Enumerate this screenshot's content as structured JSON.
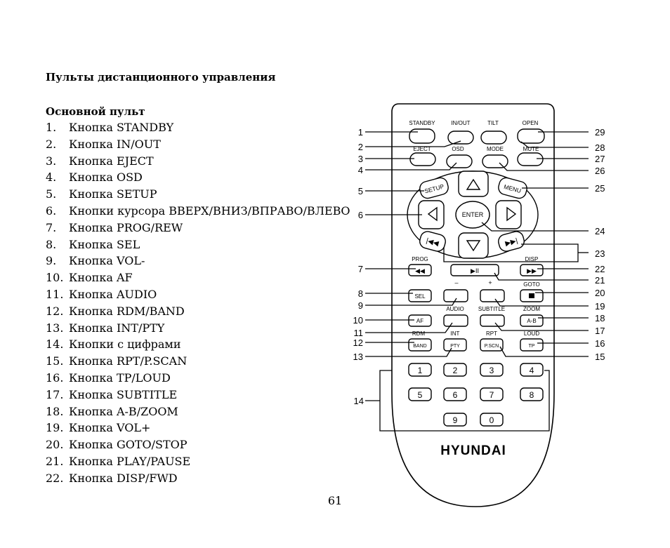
{
  "heading": "Пульты дистанционного управления",
  "subheading": "Основной пульт",
  "items": [
    {
      "num": "1.",
      "text": "Кнопка STANDBY"
    },
    {
      "num": "2.",
      "text": "Кнопка IN/OUT"
    },
    {
      "num": "3.",
      "text": "Кнопка EJECT"
    },
    {
      "num": "4.",
      "text": "Кнопка OSD"
    },
    {
      "num": "5.",
      "text": "Кнопка SETUP"
    },
    {
      "num": "6.",
      "text": "Кнопки курсора ВВЕРХ/ВНИЗ/ВПРАВО/ВЛЕВО"
    },
    {
      "num": "7.",
      "text": "Кнопка PROG/REW"
    },
    {
      "num": "8.",
      "text": "Кнопка SEL"
    },
    {
      "num": "9.",
      "text": "Кнопка VOL-"
    },
    {
      "num": "10.",
      "text": "Кнопка AF"
    },
    {
      "num": "11.",
      "text": "Кнопка AUDIO"
    },
    {
      "num": "12.",
      "text": "Кнопка RDM/BAND"
    },
    {
      "num": "13.",
      "text": "Кнопка INT/PTY"
    },
    {
      "num": "14.",
      "text": "Кнопки с цифрами"
    },
    {
      "num": "15.",
      "text": "Кнопка RPT/P.SCAN"
    },
    {
      "num": "16.",
      "text": "Кнопка TP/LOUD"
    },
    {
      "num": "17.",
      "text": "Кнопка SUBTITLE"
    },
    {
      "num": "18.",
      "text": "Кнопка A-B/ZOOM"
    },
    {
      "num": "19.",
      "text": "Кнопка VOL+"
    },
    {
      "num": "20.",
      "text": "Кнопка GOTO/STOP"
    },
    {
      "num": "21.",
      "text": "Кнопка PLAY/PAUSE"
    },
    {
      "num": "22.",
      "text": "Кнопка DISP/FWD"
    }
  ],
  "page_number": "61",
  "remote": {
    "brand": "HYUNDAI",
    "labels": {
      "standby": "STANDBY",
      "inout": "IN/OUT",
      "tilt": "TILT",
      "open": "OPEN",
      "eject": "EJECT",
      "osd": "OSD",
      "mode": "MODE",
      "mute": "MUTE",
      "setup": "SETUP",
      "menu": "MENU",
      "enter": "ENTER",
      "prog": "PROG",
      "disp": "DISP",
      "minus": "–",
      "plus": "+",
      "goto": "GOTO",
      "sel": "SEL",
      "audio": "AUDIO",
      "subtitle": "SUBTITLE",
      "zoom": "ZOOM",
      "af": "AF",
      "ab": "A-B",
      "rdm": "RDM",
      "int": "INT",
      "rpt": "RPT",
      "loud": "LOUD",
      "band": "BAND",
      "pty": "PTY",
      "pscn": "P.SCN",
      "tp": "TP"
    },
    "digits": [
      "1",
      "2",
      "3",
      "4",
      "5",
      "6",
      "7",
      "8",
      "9",
      "0"
    ],
    "callouts": [
      "1",
      "2",
      "3",
      "4",
      "5",
      "6",
      "7",
      "8",
      "9",
      "10",
      "11",
      "12",
      "13",
      "14",
      "15",
      "16",
      "17",
      "18",
      "19",
      "20",
      "21",
      "22",
      "23",
      "24",
      "25",
      "26",
      "27",
      "28",
      "29"
    ]
  }
}
